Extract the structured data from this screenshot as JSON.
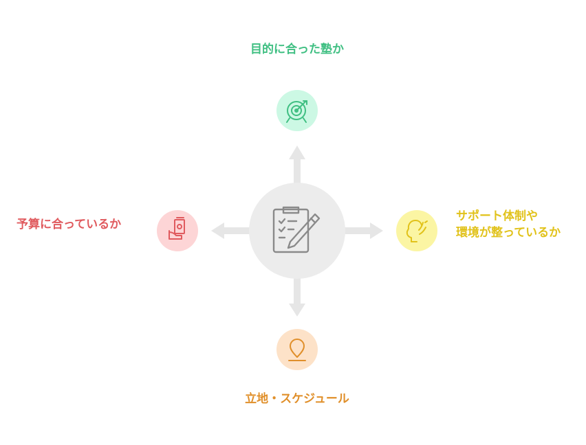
{
  "diagram": {
    "center": {
      "icon": "clipboard-checklist-pencil-icon"
    },
    "branches": {
      "top": {
        "label": "目的に合った塾か",
        "icon": "target-icon",
        "color": "#3fbf82",
        "bg": "#ccf8e4"
      },
      "right": {
        "label_line1": "サポート体制や",
        "label_line2": "環境が整っているか",
        "icon": "head-support-icon",
        "color": "#e1c21a",
        "bg": "#fbf5a3"
      },
      "bottom": {
        "label": "立地・スケジュール",
        "icon": "location-pin-icon",
        "color": "#e08f2a",
        "bg": "#fde2c8"
      },
      "left": {
        "label": "予算に合っているか",
        "icon": "money-hand-icon",
        "color": "#e05a5e",
        "bg": "#fdd5d6"
      }
    },
    "arrow_color": "#e6e6e6",
    "center_bg": "#ececec"
  }
}
